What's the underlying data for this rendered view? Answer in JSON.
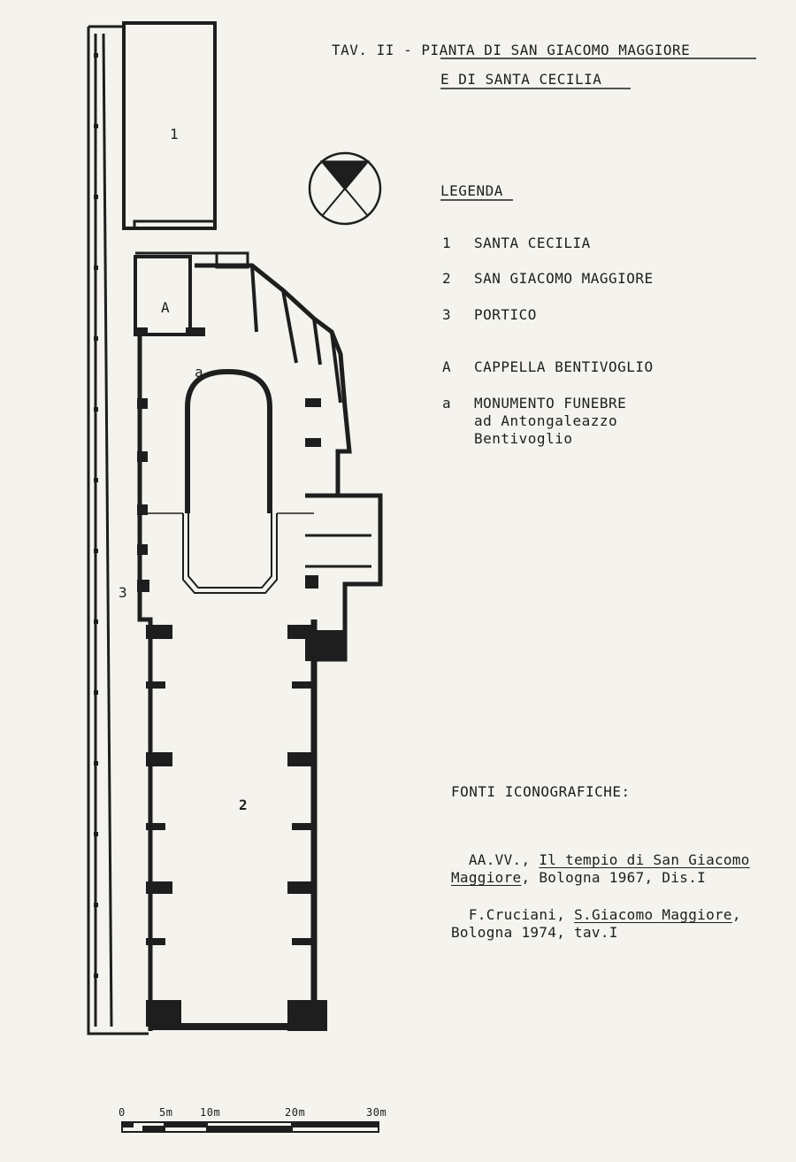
{
  "title": {
    "prefix": "TAV. II - ",
    "line1": "PIANTA DI SAN GIACOMO MAGGIORE",
    "line2": "E DI SANTA CECILIA"
  },
  "legend": {
    "heading": "LEGENDA",
    "items": [
      {
        "key": "1",
        "text": "SANTA CECILIA"
      },
      {
        "key": "2",
        "text": "SAN GIACOMO MAGGIORE"
      },
      {
        "key": "3",
        "text": "PORTICO"
      },
      {
        "key": "A",
        "text": "CAPPELLA BENTIVOGLIO"
      },
      {
        "key": "a",
        "text": "MONUMENTO FUNEBRE",
        "line2": "ad Antongaleazzo",
        "line3": "Bentivoglio"
      }
    ]
  },
  "plan_labels": {
    "santa_cecilia": "1",
    "san_giacomo": "2",
    "portico": "3",
    "cappella": "A",
    "monumento": "a"
  },
  "sources": {
    "heading": "FONTI ICONOGRAFICHE:",
    "ref1": {
      "author": "AA.VV., ",
      "title_a": "Il tempio di San Giacomo",
      "title_b": "Maggiore",
      "rest": ", Bologna 1967, Dis.I"
    },
    "ref2": {
      "author": "F.Cruciani, ",
      "title": "S.Giacomo Maggiore",
      "rest_a": ",",
      "rest_b": "Bologna 1974, tav.I"
    }
  },
  "scale_bar": {
    "labels": [
      "0",
      "5m",
      "10m",
      "20m",
      "30m"
    ],
    "values_m": [
      0,
      5,
      10,
      20,
      30
    ]
  }
}
